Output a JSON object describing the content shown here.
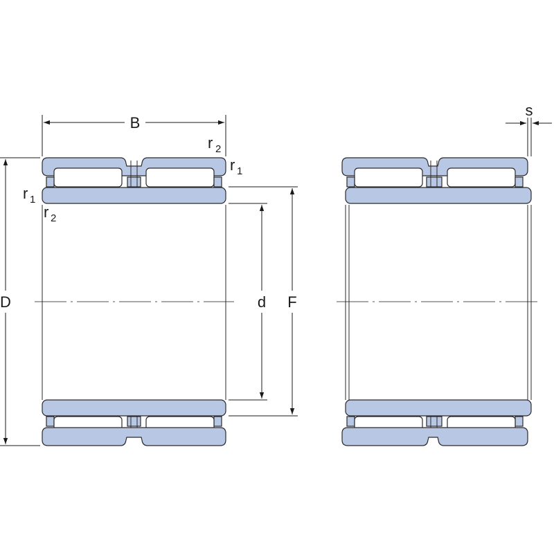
{
  "labels": {
    "B": "B",
    "D": "D",
    "d": "d",
    "F": "F",
    "s": "s",
    "r": "r",
    "sub1": "1",
    "sub2": "2"
  },
  "colors": {
    "ring_fill": "#b8c7e4",
    "outline": "#2a2a2a",
    "background": "#ffffff"
  }
}
